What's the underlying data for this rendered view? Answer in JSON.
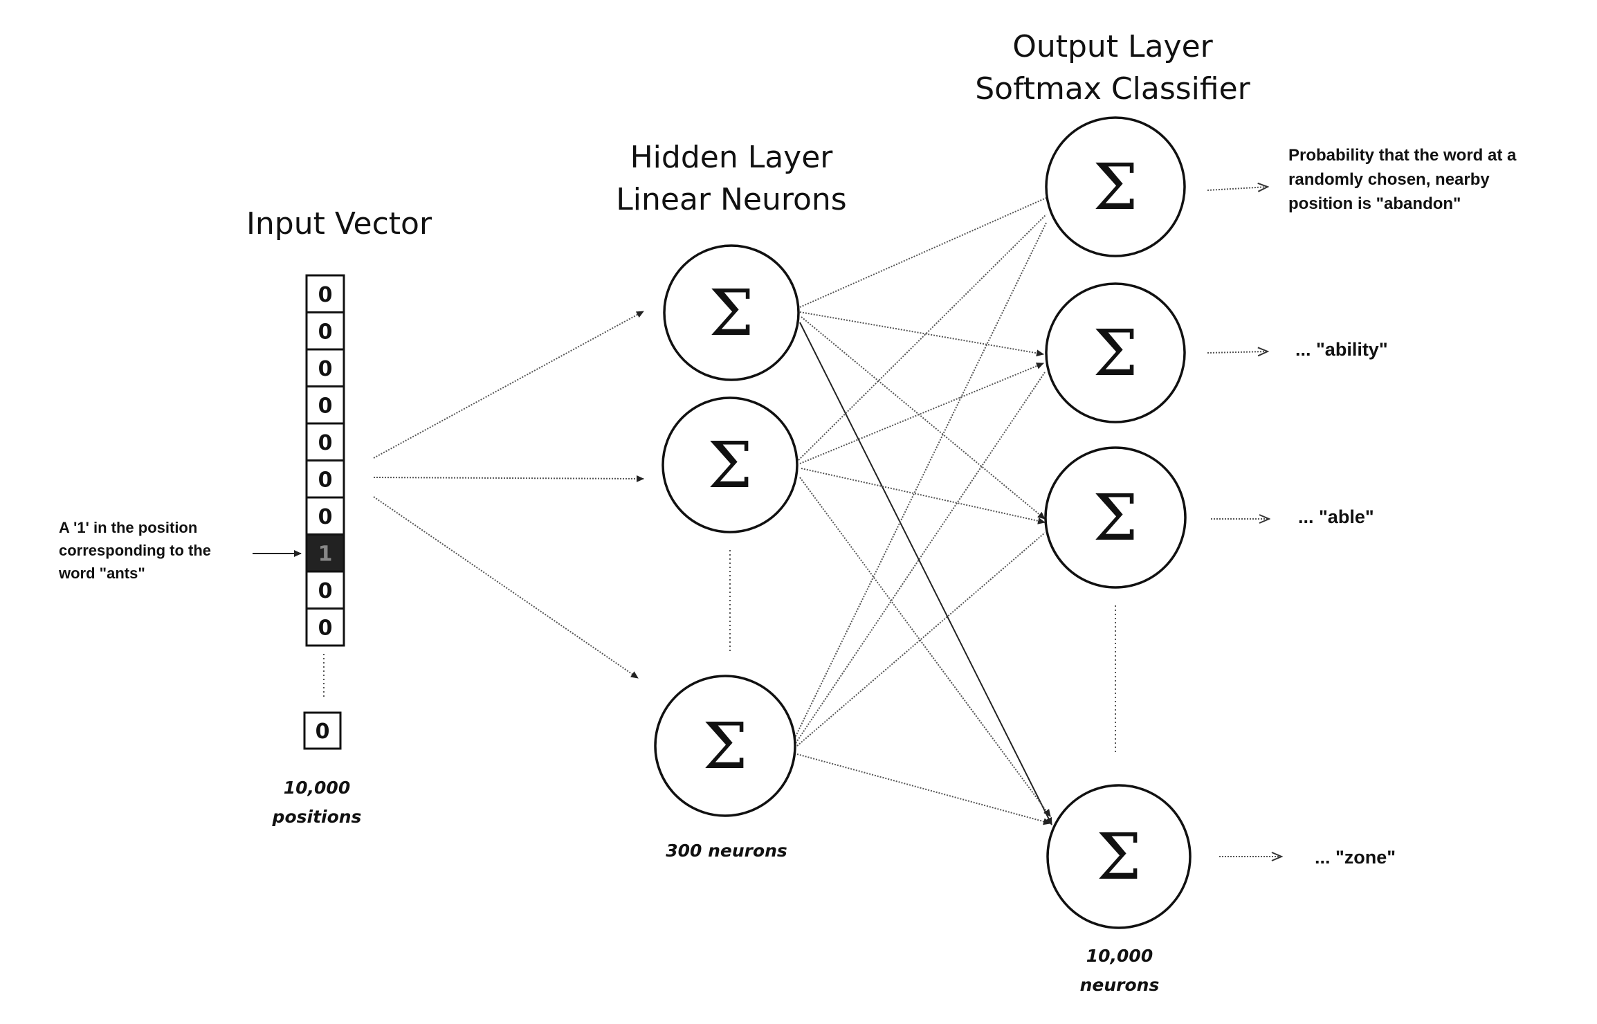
{
  "input": {
    "title": "Input Vector",
    "bits": [
      "0",
      "0",
      "0",
      "0",
      "0",
      "0",
      "0",
      "1",
      "0",
      "0"
    ],
    "last_bit": "0",
    "size_line1": "10,000",
    "size_line2": "positions",
    "note_lines": [
      "A '1' in the position",
      "corresponding to the",
      "word \"ants\""
    ]
  },
  "hidden": {
    "title_line1": "Hidden Layer",
    "title_line2": "Linear Neurons",
    "symbol": "Σ",
    "caption": "300 neurons"
  },
  "output": {
    "title_line1": "Output Layer",
    "title_line2": "Softmax Classifier",
    "symbol": "Σ",
    "caption_line1": "10,000",
    "caption_line2": "neurons",
    "prob_lines": [
      "Probability that the word at a",
      "randomly chosen, nearby",
      "position is "
    ],
    "prob_word": "\"abandon\"",
    "labels": [
      "... \"ability\"",
      "... \"able\"",
      "... \"zone\""
    ]
  }
}
